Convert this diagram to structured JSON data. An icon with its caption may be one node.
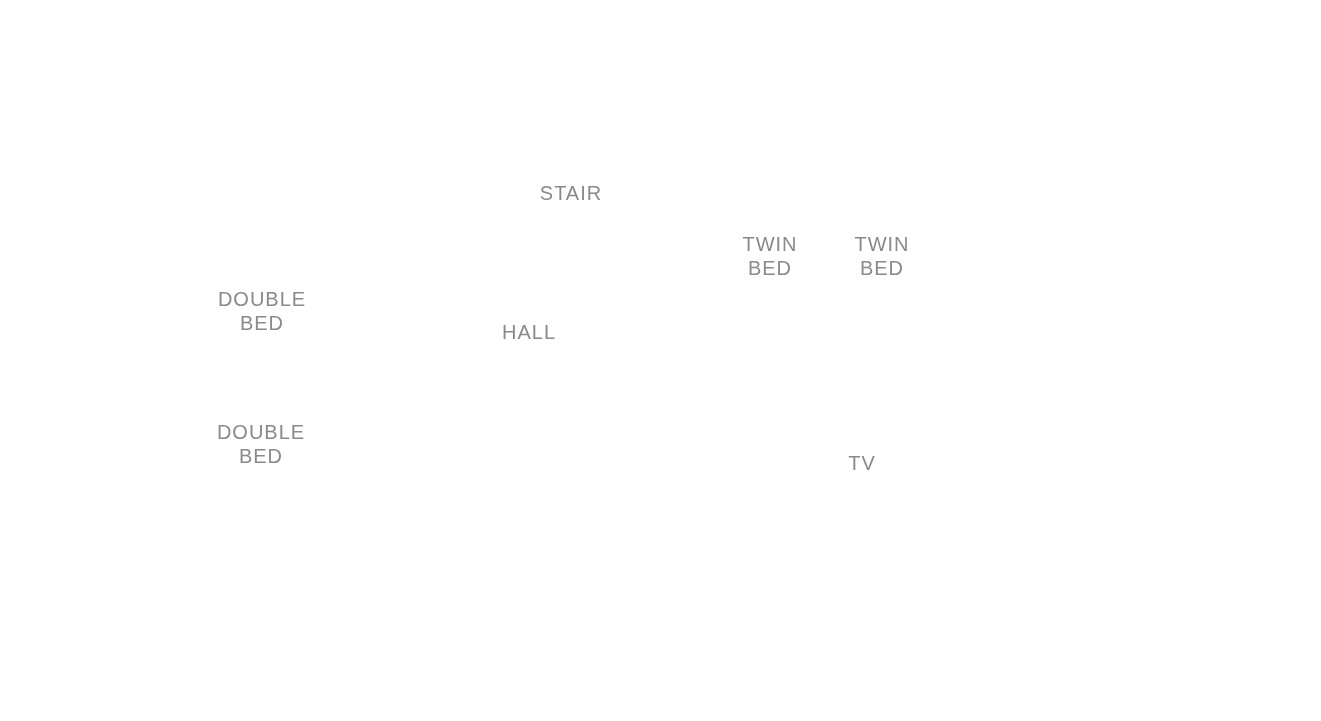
{
  "diagram": {
    "labels": [
      "STAIR",
      "TWIN BED",
      "TWIN BED",
      "DOUBLE BED",
      "HALL",
      "DOUBLE BED",
      "TV"
    ]
  }
}
